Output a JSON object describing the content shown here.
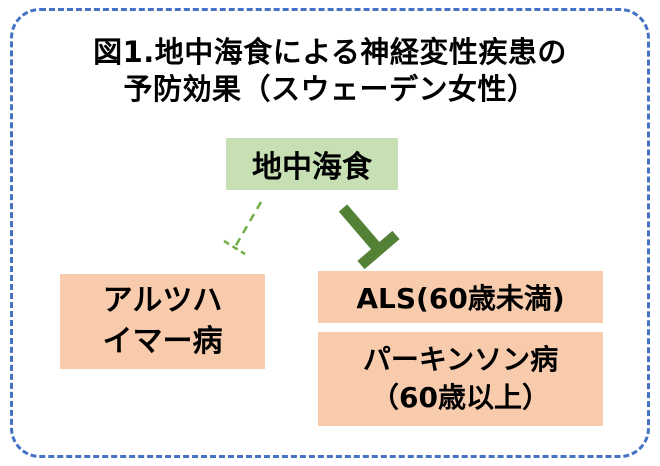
{
  "figure": {
    "title_line1": "図1.地中海食による神経変性疾患の",
    "title_line2": "予防効果（スウェーデン女性）",
    "source_box_label": "地中海食",
    "alzheimer_line1": "アルツハ",
    "alzheimer_line2": "イマー病",
    "als_label": "ALS(60歳未満)",
    "parkinson_line1": "パーキンソン病",
    "parkinson_line2": "（60歳以上）"
  },
  "colors": {
    "border_blue": "#4472C4",
    "source_green": "#C6E0B4",
    "outcome_peach": "#F8CBAD",
    "arrow_green_solid": "#538135",
    "arrow_green_dashed": "#70AD47"
  }
}
